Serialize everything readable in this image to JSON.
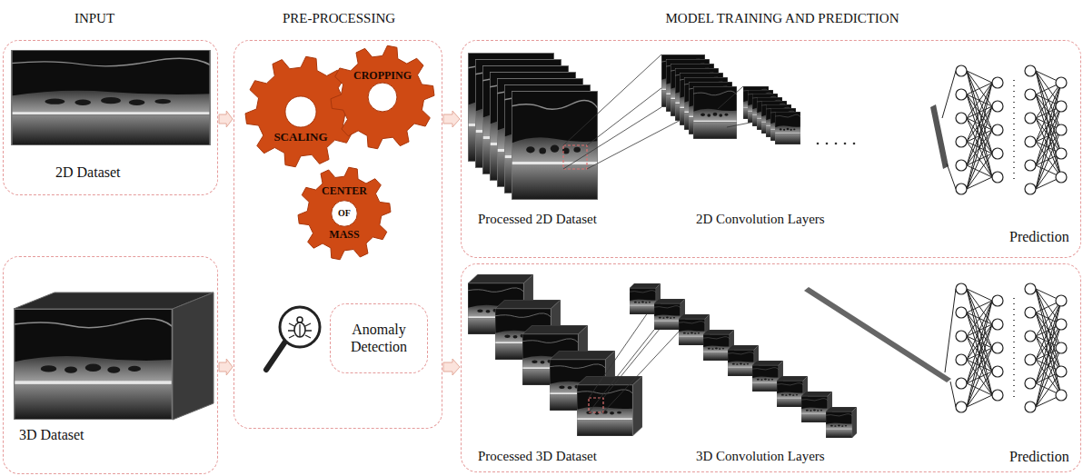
{
  "diagram": {
    "nodes": [
      {
        "text": [
          "INPUT",
          "2D Dataset"
        ]
      },
      {
        "text": [
          "3D Dataset"
        ]
      },
      {
        "text": [
          "PRE-PROCESSING"
        ]
      },
      {
        "text": [
          "SCALING"
        ],
        "in": 2
      },
      {
        "text": [
          "CROPPING"
        ],
        "in": 2
      },
      {
        "text": [
          "CENTER",
          "OF",
          "MASS"
        ],
        "in": 2
      },
      {
        "text": [
          "Anomaly Detection"
        ],
        "in": 2
      },
      {
        "text": [
          "MODEL TRAINING AND PREDICTION",
          "Processed 2D Dataset",
          "2D Convolution Layers",
          "Prediction"
        ]
      },
      {
        "text": [
          "Processed 3D Dataset",
          "3D Convolution Layers",
          "Prediction"
        ]
      }
    ],
    "edges": [
      {
        "from": 0,
        "to": 2,
        "arrow": "to"
      },
      {
        "from": 1,
        "to": 2,
        "arrow": "to"
      },
      {
        "from": 2,
        "to": 7,
        "arrow": "to"
      },
      {
        "from": 2,
        "to": 8,
        "arrow": "to"
      }
    ]
  }
}
